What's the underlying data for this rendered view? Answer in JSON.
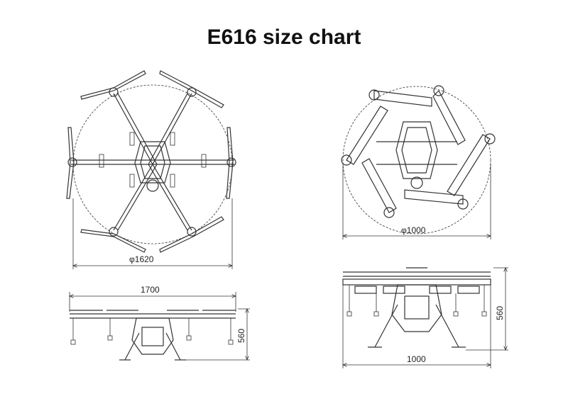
{
  "title": "E616 size chart",
  "views": {
    "top_unfolded": {
      "dimension": "φ1620"
    },
    "top_folded": {
      "dimension": "φ1000"
    },
    "side_unfolded": {
      "width": "1700",
      "height": "560"
    },
    "side_folded": {
      "width": "1000",
      "height": "560"
    }
  },
  "colors": {
    "line": "#333333",
    "background": "#ffffff"
  }
}
